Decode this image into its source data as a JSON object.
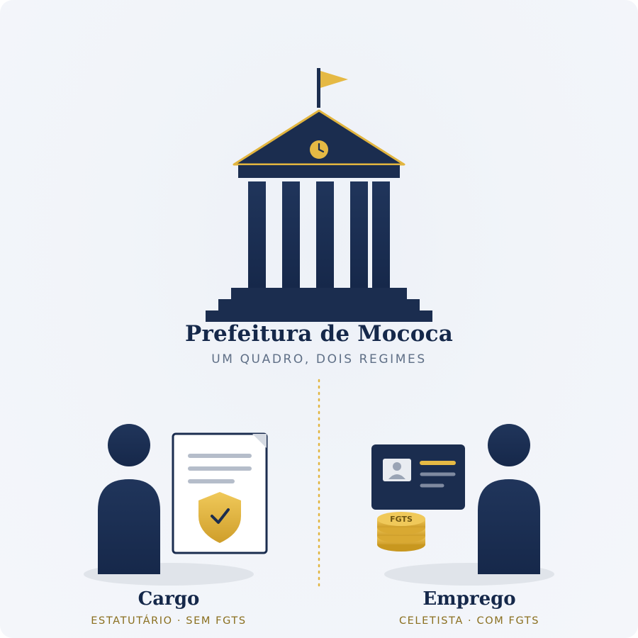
{
  "header": {
    "title": "Prefeitura de Mococa",
    "subtitle": "UM QUADRO, DOIS REGIMES"
  },
  "left": {
    "label": "Cargo",
    "sublabel": "ESTATUTÁRIO · SEM FGTS"
  },
  "right": {
    "label": "Emprego",
    "sublabel": "CELETISTA · COM FGTS",
    "coin_text": "FGTS"
  },
  "colors": {
    "navy": "#1b2d4f",
    "gold": "#e2b53f",
    "muted_text": "#5f6f86",
    "gold_text": "#8a6f1f"
  }
}
